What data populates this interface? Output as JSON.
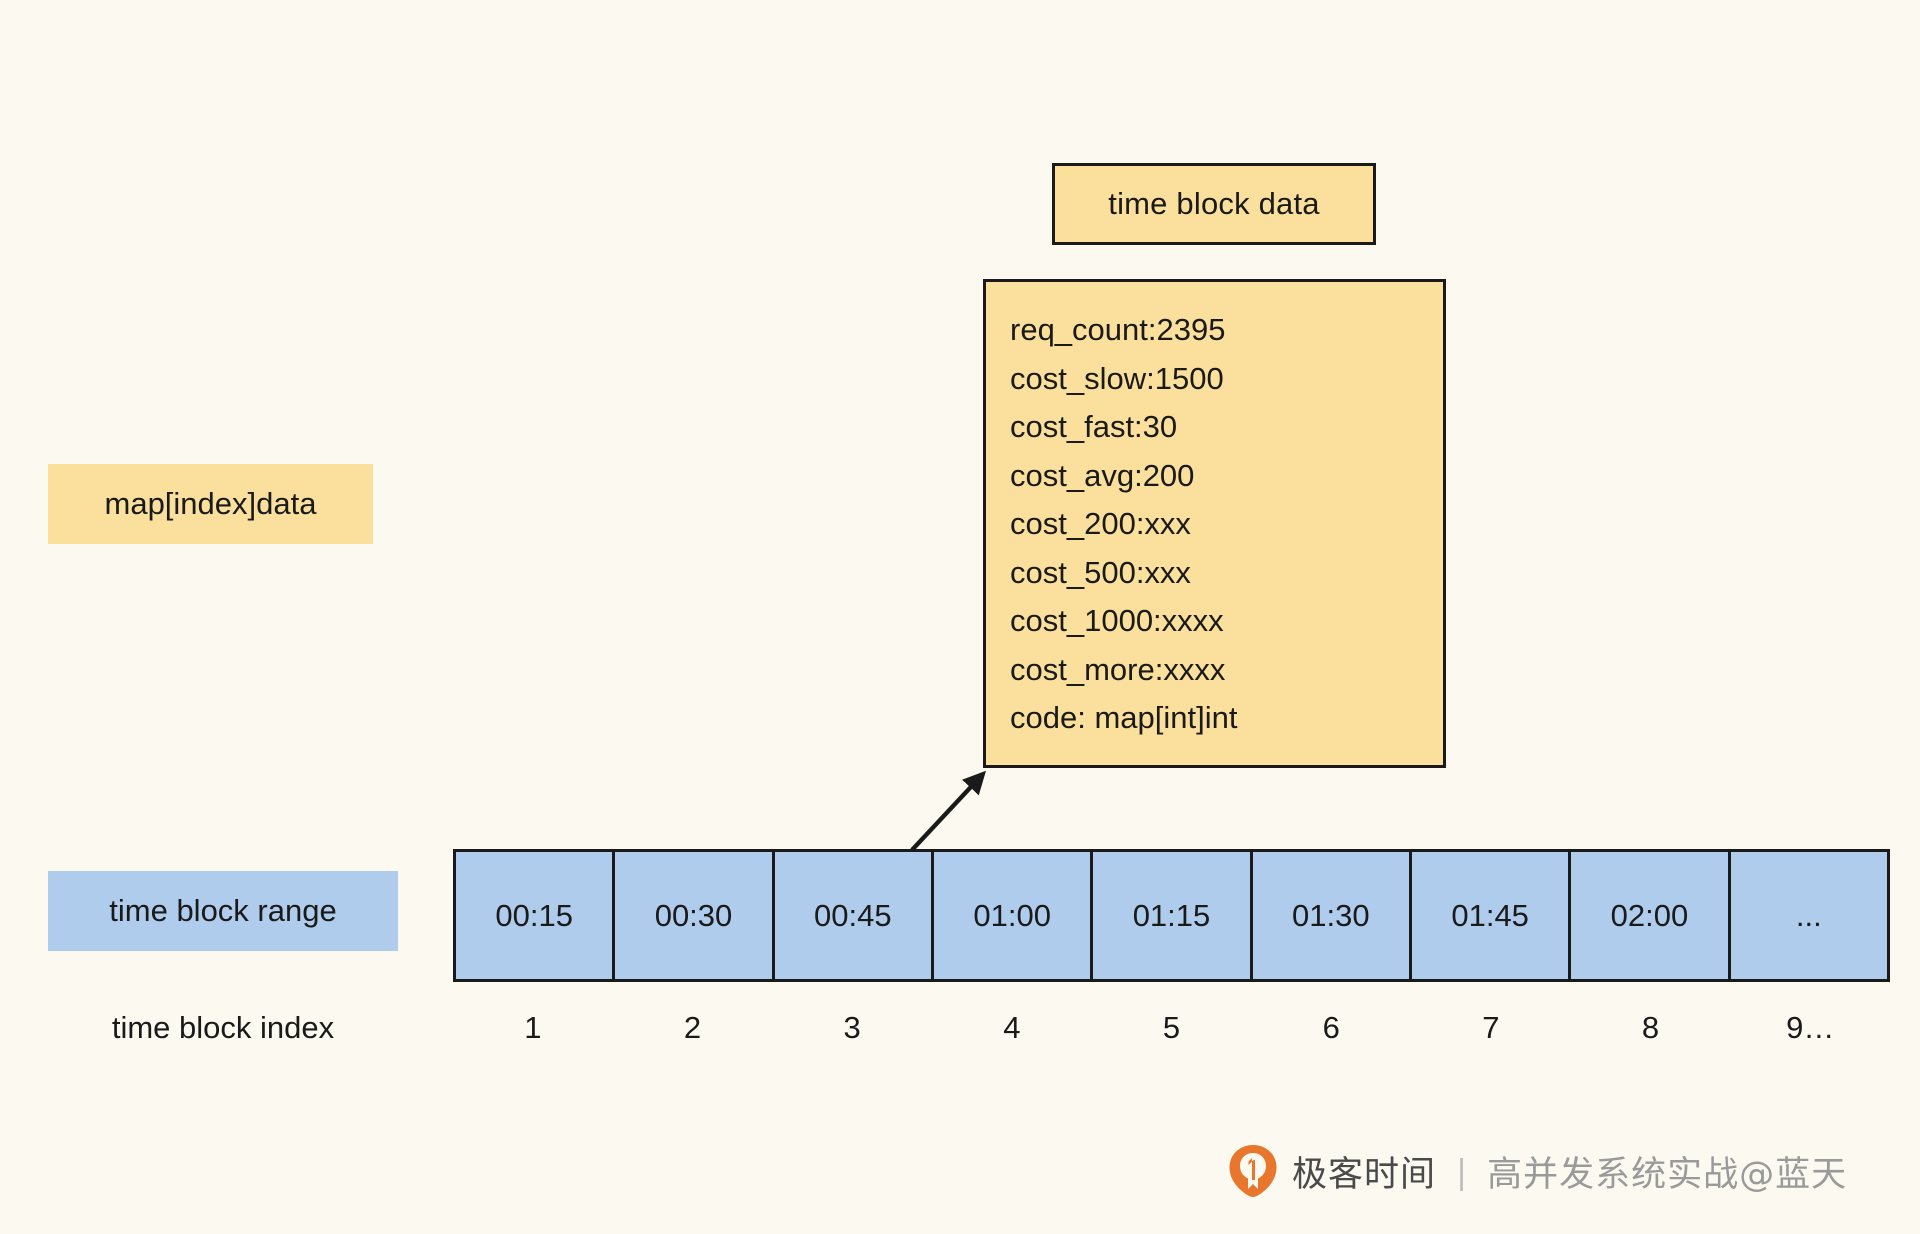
{
  "colors": {
    "background": "#FBF9F0",
    "yellow_fill": "#FAE09C",
    "blue_fill": "#AFCCEC",
    "stroke": "#1A1A1A",
    "logo_orange": "#E8762C"
  },
  "title_box": {
    "label": "time block data"
  },
  "data_box": {
    "lines": [
      "req_count:2395",
      "cost_slow:1500",
      "cost_fast:30",
      "cost_avg:200",
      "cost_200:xxx",
      "cost_500:xxx",
      "cost_1000:xxxx",
      "cost_more:xxxx",
      "code: map[int]int"
    ]
  },
  "legends": {
    "map_index_data": "map[index]data",
    "time_block_range": "time block range",
    "time_block_index": "time block index"
  },
  "blocks": {
    "ranges": [
      "00:15",
      "00:30",
      "00:45",
      "01:00",
      "01:15",
      "01:30",
      "01:45",
      "02:00",
      "..."
    ],
    "indices": [
      "1",
      "2",
      "3",
      "4",
      "5",
      "6",
      "7",
      "8",
      "9…"
    ]
  },
  "watermark": {
    "brand": "极客时间",
    "separator": "|",
    "course": "高并发系统实战@蓝天"
  }
}
